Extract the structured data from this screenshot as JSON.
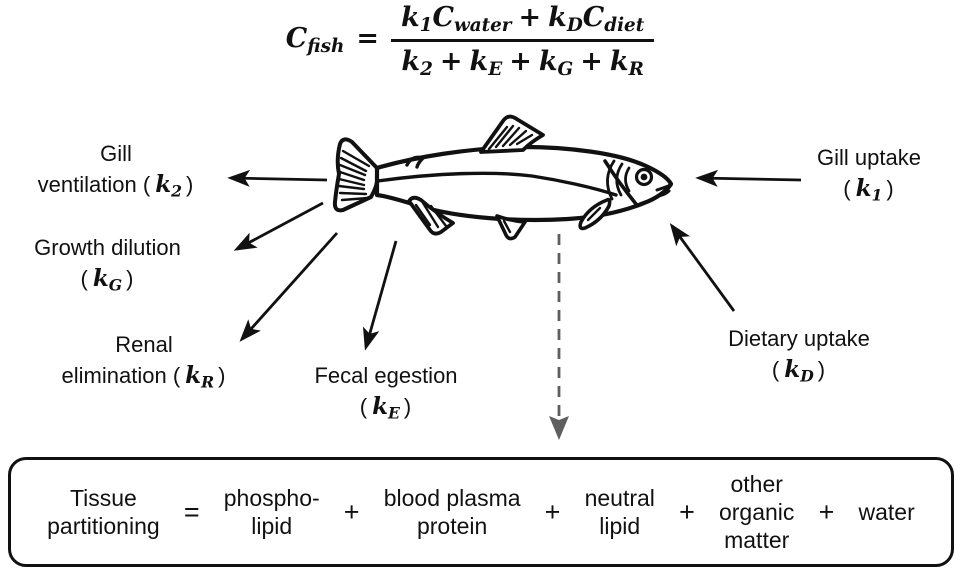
{
  "colors": {
    "ink": "#111111",
    "dashed_arrow": "#5f5f5f",
    "background": "#ffffff"
  },
  "equation": {
    "lhs": [
      {
        "t": "C",
        "sub": "fish"
      }
    ],
    "equals": "=",
    "numerator": [
      {
        "t": "k",
        "sub": "1"
      },
      {
        "t": "C",
        "sub": "water"
      },
      {
        "t": "+"
      },
      {
        "t": "k",
        "sub": "D"
      },
      {
        "t": "C",
        "sub": "diet"
      }
    ],
    "denominator": [
      {
        "t": "k",
        "sub": "2"
      },
      {
        "t": "+"
      },
      {
        "t": "k",
        "sub": "E"
      },
      {
        "t": "+"
      },
      {
        "t": "k",
        "sub": "G"
      },
      {
        "t": "+"
      },
      {
        "t": "k",
        "sub": "R"
      }
    ]
  },
  "process_labels": {
    "gill_ventilation": {
      "line1": "Gill",
      "pre": "ventilation",
      "open": "(",
      "sym": "k",
      "sub": "2",
      "close": ")"
    },
    "growth_dilution": {
      "line1": "Growth dilution",
      "pre": "",
      "open": "(",
      "sym": "k",
      "sub": "G",
      "close": ")"
    },
    "renal_elimination": {
      "line1": "Renal",
      "pre": "elimination",
      "open": "(",
      "sym": "k",
      "sub": "R",
      "close": ")"
    },
    "fecal_egestion": {
      "line1": "Fecal egestion",
      "pre": "",
      "open": "(",
      "sym": "k",
      "sub": "E",
      "close": ")"
    },
    "gill_uptake": {
      "line1": "Gill uptake",
      "pre": "",
      "open": "(",
      "sym": "k",
      "sub": "1",
      "close": ")"
    },
    "dietary_uptake": {
      "line1": "Dietary uptake",
      "pre": "",
      "open": "(",
      "sym": "k",
      "sub": "D",
      "close": ")"
    }
  },
  "partition_box": {
    "lhs_lines": [
      "Tissue",
      "partitioning"
    ],
    "equals": "=",
    "plus": "+",
    "terms": [
      {
        "lines": [
          "phospho-",
          "lipid"
        ]
      },
      {
        "lines": [
          "blood plasma",
          "protein"
        ]
      },
      {
        "lines": [
          "neutral",
          "lipid"
        ]
      },
      {
        "lines": [
          "other",
          "organic",
          "matter"
        ]
      },
      {
        "lines": [
          "water"
        ]
      }
    ]
  }
}
